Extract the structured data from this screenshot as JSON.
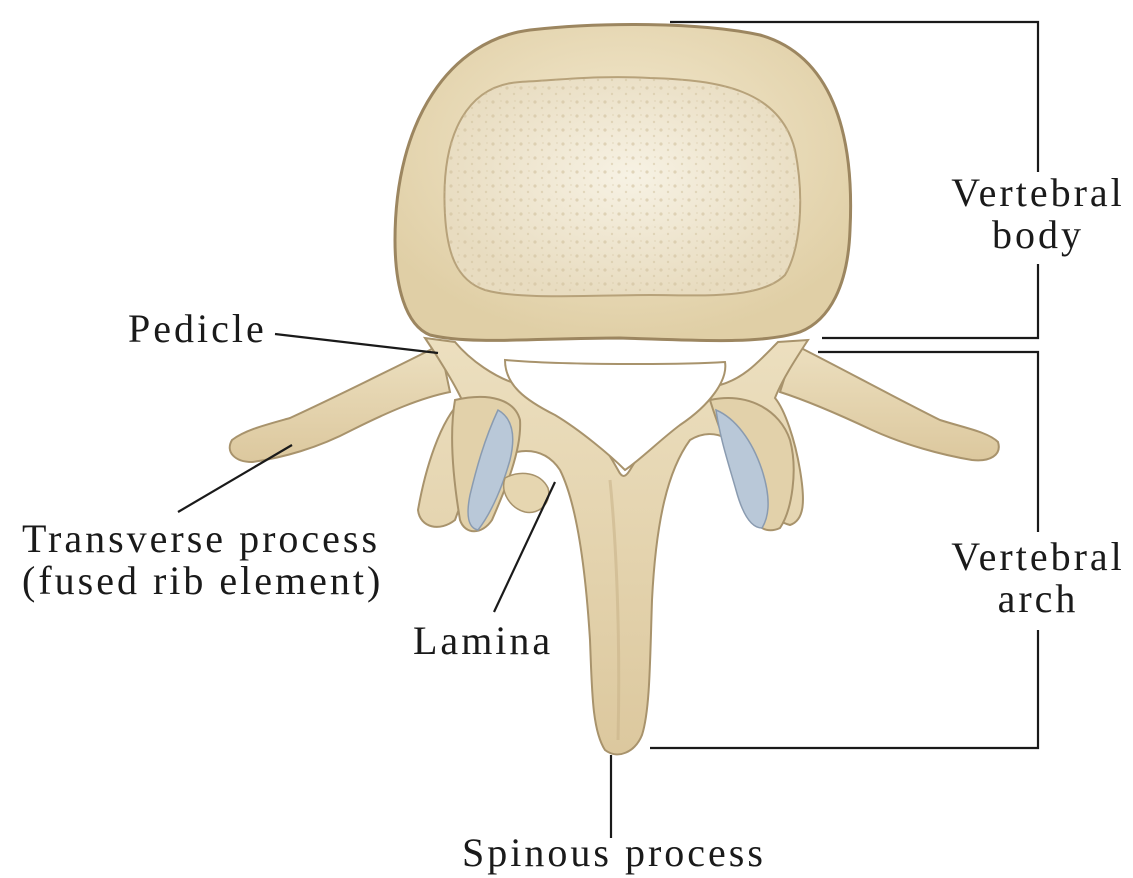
{
  "labels": {
    "pedicle": "Pedicle",
    "transverse_process": [
      "Transverse process",
      "(fused rib element)"
    ],
    "lamina": "Lamina",
    "spinous_process": "Spinous process",
    "vertebral_body": [
      "Vertebral",
      "body"
    ],
    "vertebral_arch": [
      "Vertebral",
      "arch"
    ]
  },
  "colors": {
    "bone": "#e9dcbc",
    "bone_shadow": "#c9b48a",
    "cancellous": "#f2ebd8",
    "cartilage": "#b9c8d8",
    "leader_line": "#1a1a1a"
  }
}
